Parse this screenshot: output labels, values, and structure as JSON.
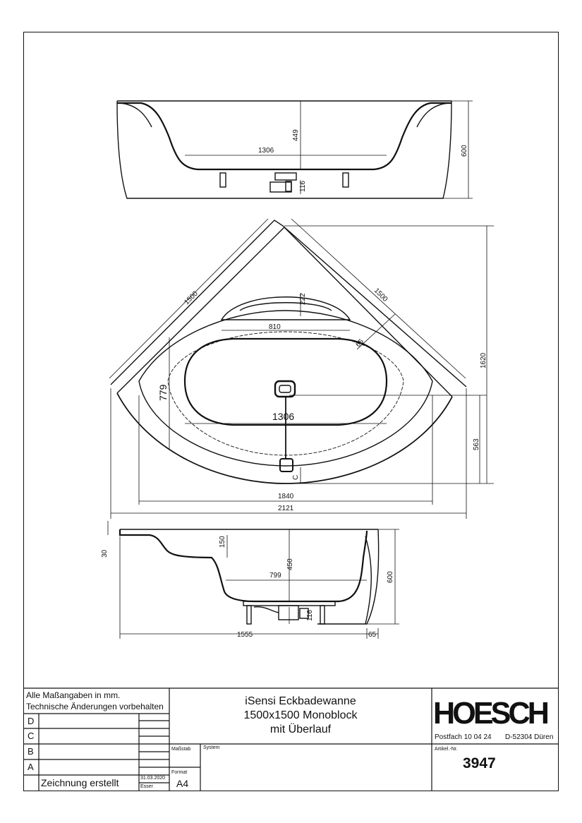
{
  "drawing": {
    "top_view": {
      "width_inner": "1306",
      "depth": "449",
      "height": "600",
      "drain_height": "116"
    },
    "plan_view": {
      "side_left": "1500",
      "side_right": "1500",
      "seat_depth": "222",
      "seat_width": "810",
      "rim": "65",
      "height_label": "1620",
      "inner_depth": "779",
      "inner_width": "1306",
      "drain_offset": "563",
      "small_dim": "C",
      "width_1840": "1840",
      "width_2121": "2121"
    },
    "side_view": {
      "step": "150",
      "rim_top": "30",
      "inner_width": "799",
      "depth": "450",
      "height": "600",
      "length": "1555",
      "wall": "65",
      "drain_height": "116"
    }
  },
  "title_block": {
    "note_line1": "Alle Maßangaben in mm.",
    "note_line2": "Technische Änderungen vorbehalten",
    "revisions": [
      "D",
      "C",
      "B",
      "A"
    ],
    "revision_a_text": "Zeichnung erstellt",
    "date": "31.03.2020",
    "author": "Esser",
    "scale_label": "Maßstab",
    "format_label": "Format",
    "format_value": "A4",
    "system_label": "System",
    "product_line1": "iSensi Eckbadewanne",
    "product_line2": "1500x1500 Monoblock",
    "product_line3": "mit Überlauf",
    "brand": "HOESCH",
    "address_left": "Postfach 10 04 24",
    "address_right": "D-52304 Düren",
    "article_label": "Artikel.-Nr.",
    "article_number": "3947"
  }
}
